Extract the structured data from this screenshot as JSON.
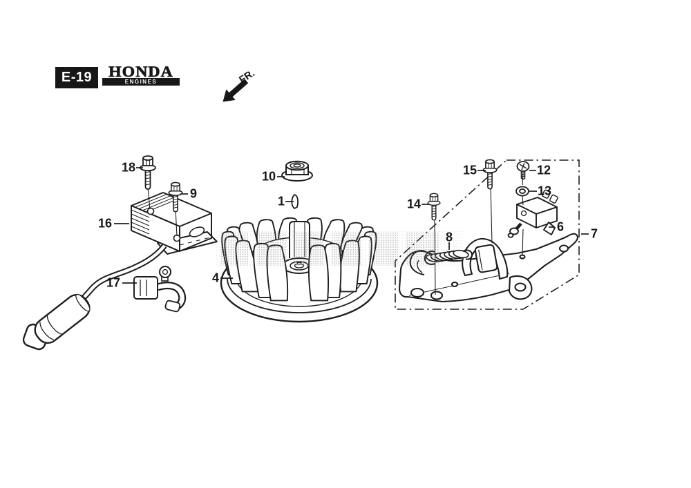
{
  "header": {
    "page_code": "E-19",
    "brand": "HONDA",
    "brand_subtitle": "ENGINES"
  },
  "orientation": {
    "label": "FR."
  },
  "callouts": [
    {
      "ref": "18"
    },
    {
      "ref": "9"
    },
    {
      "ref": "16"
    },
    {
      "ref": "17"
    },
    {
      "ref": "10"
    },
    {
      "ref": "1"
    },
    {
      "ref": "4"
    },
    {
      "ref": "15"
    },
    {
      "ref": "12"
    },
    {
      "ref": "13"
    },
    {
      "ref": "14"
    },
    {
      "ref": "8"
    },
    {
      "ref": "6"
    },
    {
      "ref": "7"
    }
  ],
  "colors": {
    "ink": "#1d1d1d",
    "background": "#ffffff",
    "watermark_dot": "#9a9a9a"
  }
}
